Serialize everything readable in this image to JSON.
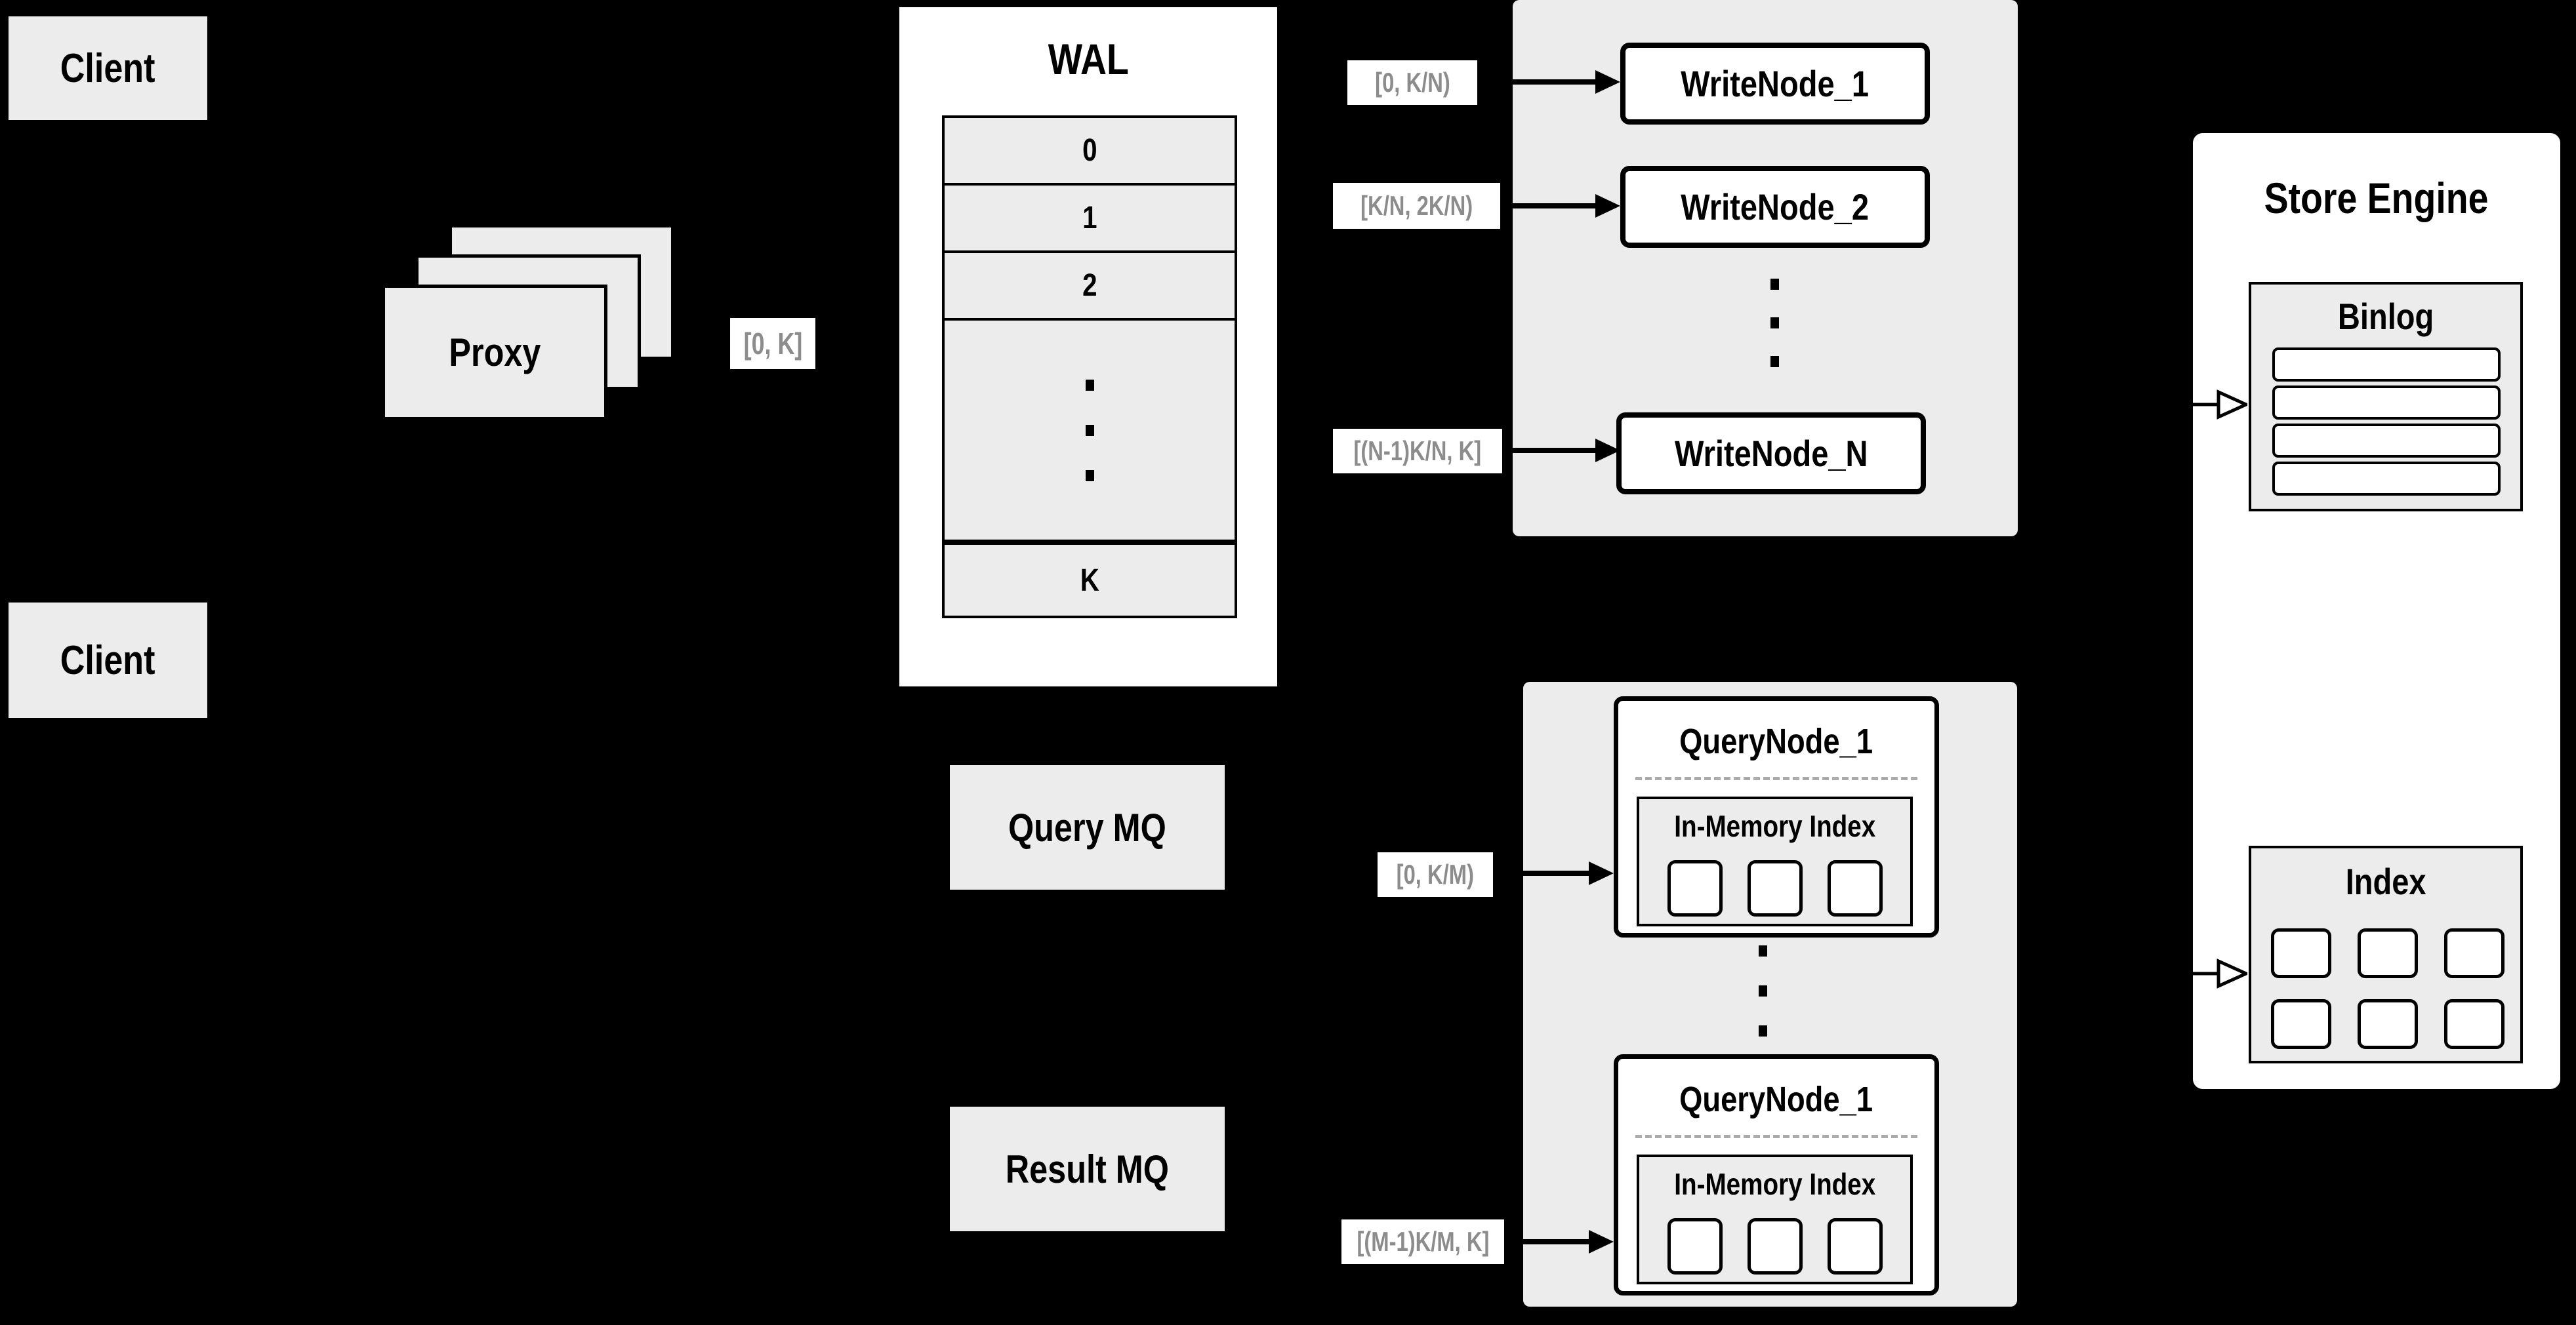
{
  "canvas": {
    "background": "#000000"
  },
  "colors": {
    "panel_gray": "#ECECEC",
    "box_white": "#FFFFFF",
    "line_black": "#000000",
    "range_label_text": "#8C8C8C",
    "dashed_separator": "#ABABAB"
  },
  "clients": {
    "top_label": "Client",
    "bottom_label": "Client"
  },
  "proxy": {
    "label": "Proxy"
  },
  "range_labels": {
    "proxy_to_wal": "[0, K]",
    "write": [
      "[0, K/N)",
      "[K/N, 2K/N)",
      "[(N-1)K/N, K]"
    ],
    "query": [
      "[0, K/M)",
      "[(M-1)K/M, K]"
    ]
  },
  "wal": {
    "title": "WAL",
    "rows": [
      "0",
      "1",
      "2"
    ],
    "last_row": "K"
  },
  "write_nodes": {
    "node1": "WriteNode_1",
    "node2": "WriteNode_2",
    "nodeN": "WriteNode_N"
  },
  "query_nodes": {
    "top": {
      "title": "QueryNode_1",
      "index_title": "In-Memory Index"
    },
    "bottom": {
      "title": "QueryNode_1",
      "index_title": "In-Memory Index"
    }
  },
  "mq": {
    "query_label": "Query MQ",
    "result_label": "Result MQ"
  },
  "store_engine": {
    "title": "Store Engine",
    "binlog_title": "Binlog",
    "index_title": "Index"
  }
}
